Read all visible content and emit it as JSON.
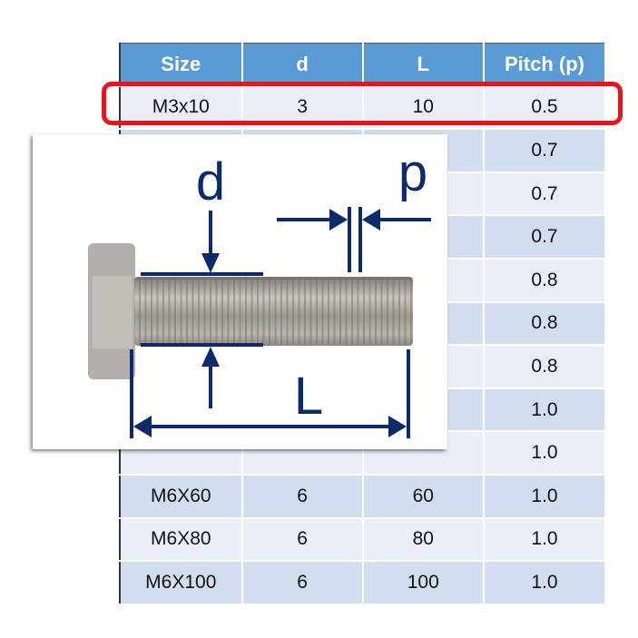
{
  "table": {
    "headers": [
      "Size",
      "d",
      "L",
      "Pitch (p)"
    ],
    "rows": [
      [
        "M3x10",
        "3",
        "10",
        "0.5"
      ],
      [
        "",
        "",
        "",
        "0.7"
      ],
      [
        "",
        "",
        "",
        "0.7"
      ],
      [
        "",
        "",
        "",
        "0.7"
      ],
      [
        "",
        "",
        "",
        "0.8"
      ],
      [
        "",
        "",
        "",
        "0.8"
      ],
      [
        "",
        "",
        "",
        "0.8"
      ],
      [
        "",
        "",
        "",
        "1.0"
      ],
      [
        "",
        "",
        "",
        "1.0"
      ],
      [
        "M6X60",
        "6",
        "60",
        "1.0"
      ],
      [
        "M6X80",
        "6",
        "80",
        "1.0"
      ],
      [
        "M6X100",
        "6",
        "100",
        "1.0"
      ]
    ]
  },
  "diagram": {
    "d_label": "d",
    "p_label": "p",
    "L_label": "L"
  },
  "colors": {
    "header": "#5b9bd5",
    "highlight": "#e8141a",
    "dimension": "#0d2a6b"
  }
}
